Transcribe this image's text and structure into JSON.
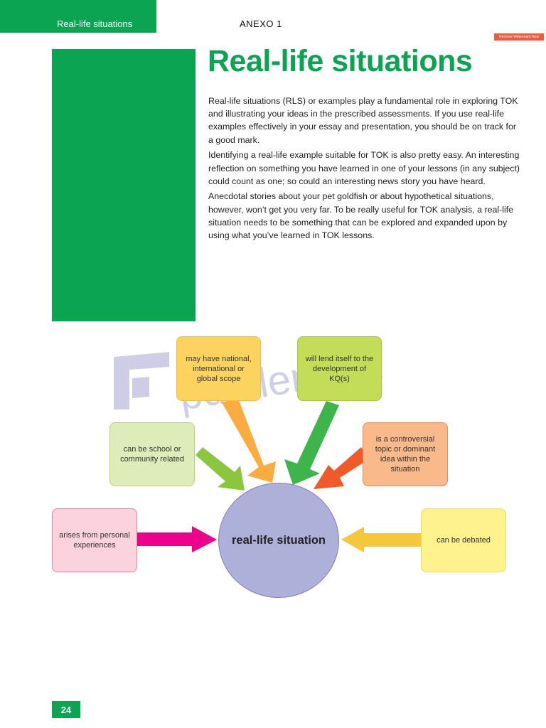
{
  "header": {
    "tab_label": "Real-life situations",
    "annex": "ANEXO  1",
    "watermark_button": "Remove Watermark Now"
  },
  "article": {
    "title": "Real-life situations",
    "paragraphs": [
      "Real-life situations (RLS) or examples play a fundamental role in exploring TOK and illustrating your ideas in the prescribed assessments. If you use real-life examples effectively in your essay and presentation, you should be on track for a good mark.",
      "Identifying a real-life example suitable for TOK is also pretty easy. An interesting reflection on something you have learned in one of your lessons (in any subject) could count as one; so could an interesting news story you have heard.",
      "Anecdotal stories about your pet goldfish or about hypothetical situations, however, won’t get you very far. To be really useful for TOK analysis, a real-life situation needs to be something that can be explored and expanded upon by using what you’ve learned in TOK lessons."
    ]
  },
  "watermark": {
    "text": "pdfelement"
  },
  "diagram": {
    "center": "real-life situation",
    "nodes": {
      "scope": "may have national, international or global scope",
      "kq": "will lend itself to the development of KQ(s)",
      "school": "can be school or community related",
      "controversial": "is a controversial topic or dominant idea within the situation",
      "personal": "arises from personal experiences",
      "debated": "can be debated"
    },
    "colors": {
      "scope_arrow": "#fbac3e",
      "kq_arrow": "#3db54a",
      "school_arrow": "#8cc63f",
      "controversial_arrow": "#f05a28",
      "personal_arrow": "#ec008c",
      "debated_arrow": "#f5c73a"
    }
  },
  "footer": {
    "page_number": "24"
  },
  "theme": {
    "accent": "#0aa452"
  }
}
